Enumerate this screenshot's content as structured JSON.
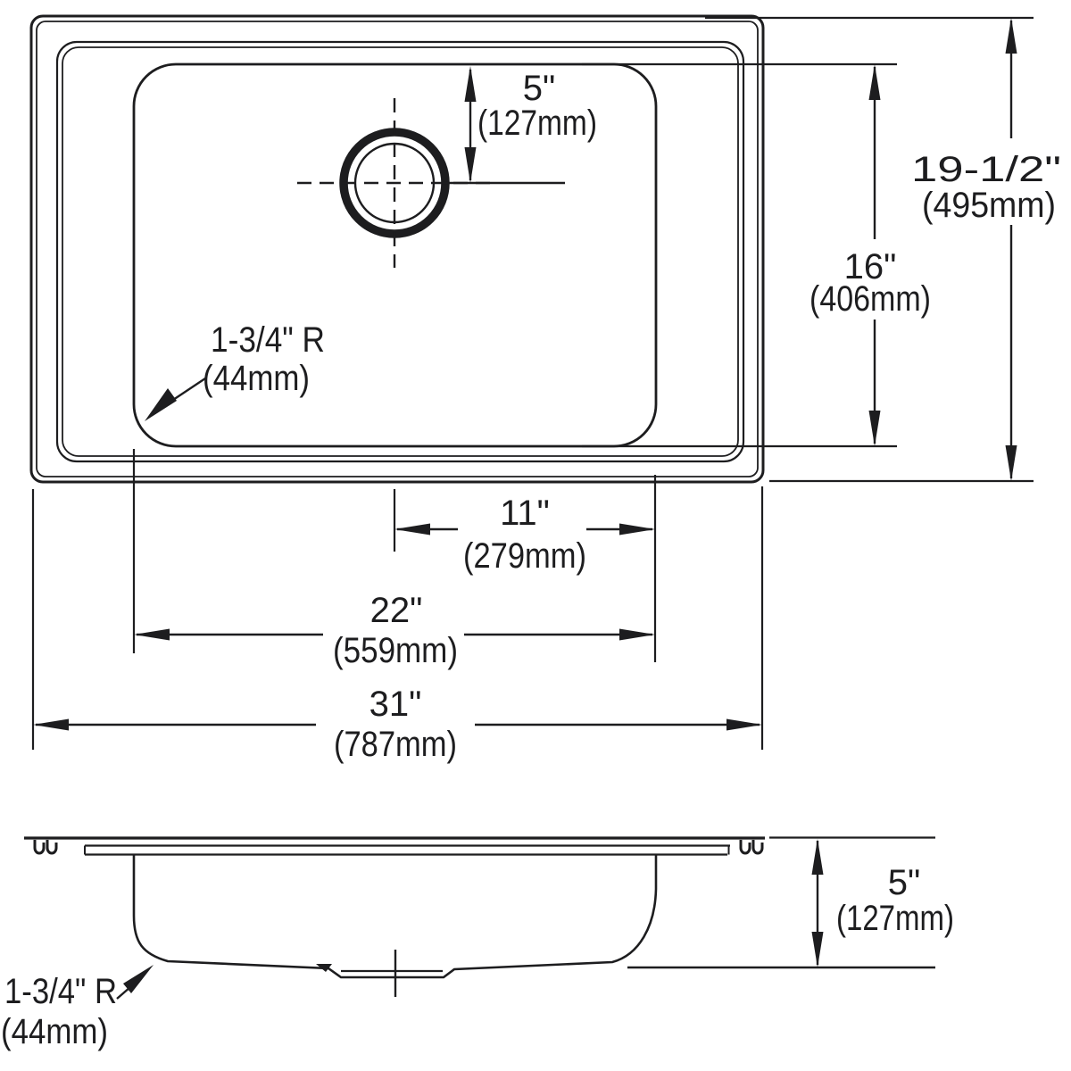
{
  "drawing": {
    "description": "Sink plan and section dimension drawing",
    "ink_color": "#1d1d1f",
    "background_color": "#ffffff"
  },
  "top_view": {
    "dims": {
      "drain_from_bowl_top": {
        "in": "5\"",
        "mm": "(127mm)"
      },
      "overall_front_to_back": {
        "in": "19-1/2\"",
        "mm": "(495mm)"
      },
      "bowl_front_to_back": {
        "in": "16\"",
        "mm": "(406mm)"
      },
      "bowl_corner_radius": {
        "in": "1-3/4\" R",
        "mm": "(44mm)"
      },
      "drain_to_bowl_right": {
        "in": "11\"",
        "mm": "(279mm)"
      },
      "bowl_left_to_right": {
        "in": "22\"",
        "mm": "(559mm)"
      },
      "overall_left_to_right": {
        "in": "31\"",
        "mm": "(787mm)"
      }
    }
  },
  "section_view": {
    "dims": {
      "bowl_depth": {
        "in": "5\"",
        "mm": "(127mm)"
      },
      "bottom_corner_radius": {
        "in": "1-3/4\" R",
        "mm": "(44mm)"
      }
    }
  }
}
